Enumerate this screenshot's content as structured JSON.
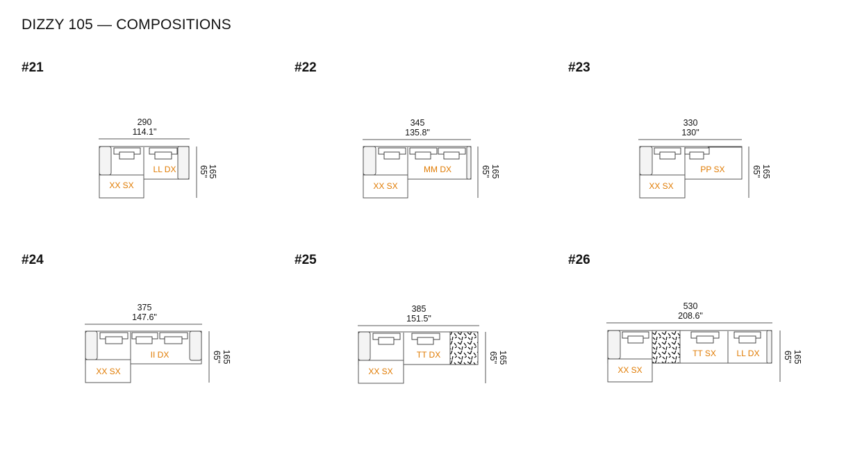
{
  "page": {
    "title": "DIZZY 105 — COMPOSITIONS"
  },
  "compositions": [
    {
      "label": "#21",
      "width_cm": "290",
      "width_in": "114.1\"",
      "depth_cm": "165",
      "depth_in": "65\"",
      "modules": [
        "XX SX",
        "LL DX"
      ]
    },
    {
      "label": "#22",
      "width_cm": "345",
      "width_in": "135.8\"",
      "depth_cm": "165",
      "depth_in": "65\"",
      "modules": [
        "XX SX",
        "MM DX"
      ]
    },
    {
      "label": "#23",
      "width_cm": "330",
      "width_in": "130\"",
      "depth_cm": "165",
      "depth_in": "65\"",
      "modules": [
        "XX SX",
        "PP SX"
      ]
    },
    {
      "label": "#24",
      "width_cm": "375",
      "width_in": "147.6\"",
      "depth_cm": "165",
      "depth_in": "65\"",
      "modules": [
        "XX SX",
        "II DX"
      ]
    },
    {
      "label": "#25",
      "width_cm": "385",
      "width_in": "151.5\"",
      "depth_cm": "165",
      "depth_in": "65\"",
      "modules": [
        "XX SX",
        "TT DX"
      ]
    },
    {
      "label": "#26",
      "width_cm": "530",
      "width_in": "208.6\"",
      "depth_cm": "165",
      "depth_in": "65\"",
      "modules": [
        "XX SX",
        "TT SX",
        "LL DX"
      ]
    }
  ],
  "colors": {
    "module_label": "#e07a00",
    "line": "#444444",
    "text": "#111111"
  }
}
